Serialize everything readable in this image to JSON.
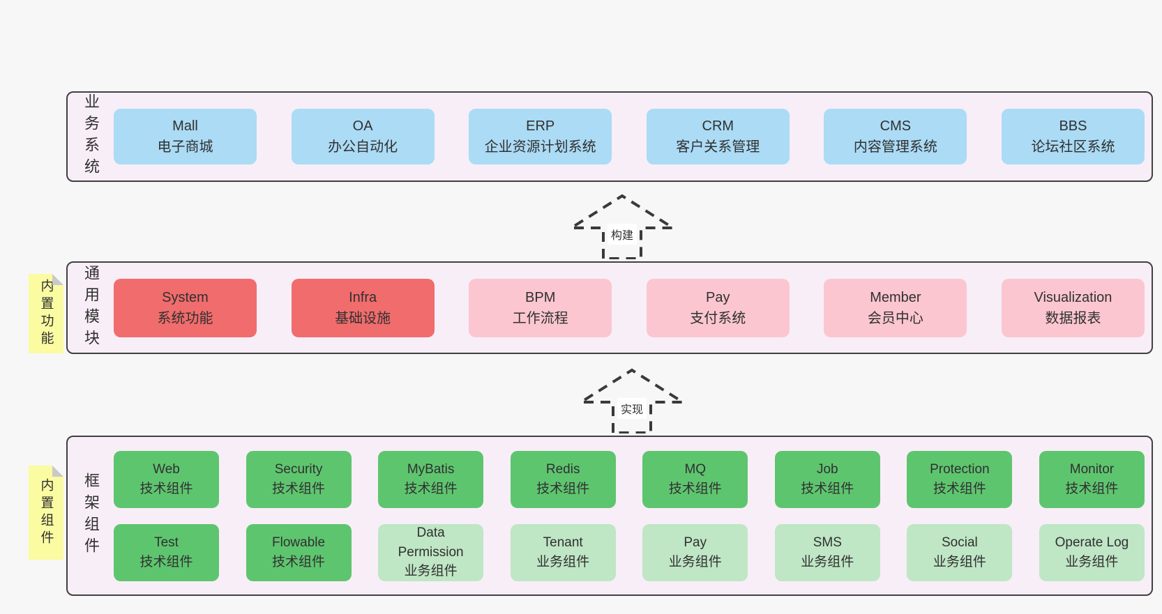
{
  "colors": {
    "page_bg": "#f7f7f7",
    "layer_bg": "#f8eef7",
    "layer_border": "#404040",
    "box_blue": "#abdbf5",
    "box_red": "#f16c6c",
    "box_pink": "#fbc6d0",
    "box_green": "#5ec56f",
    "box_light_green": "#bfe6c5",
    "note_yellow": "#fbfba2",
    "note_fold": "#c9c9c9",
    "text": "#303030",
    "arrow": "#3a3a3a"
  },
  "arrows": [
    {
      "label": "构建"
    },
    {
      "label": "实现"
    }
  ],
  "layers": [
    {
      "id": "business",
      "label": "业务系统",
      "boxes": [
        {
          "name": "Mall",
          "desc": "电子商城",
          "variant": "blue"
        },
        {
          "name": "OA",
          "desc": "办公自动化",
          "variant": "blue"
        },
        {
          "name": "ERP",
          "desc": "企业资源计划系统",
          "variant": "blue"
        },
        {
          "name": "CRM",
          "desc": "客户关系管理",
          "variant": "blue"
        },
        {
          "name": "CMS",
          "desc": "内容管理系统",
          "variant": "blue"
        },
        {
          "name": "BBS",
          "desc": "论坛社区系统",
          "variant": "blue"
        }
      ]
    },
    {
      "id": "modules",
      "label": "通用模块",
      "note": "内置功能",
      "boxes": [
        {
          "name": "System",
          "desc": "系统功能",
          "variant": "red"
        },
        {
          "name": "Infra",
          "desc": "基础设施",
          "variant": "red"
        },
        {
          "name": "BPM",
          "desc": "工作流程",
          "variant": "pink"
        },
        {
          "name": "Pay",
          "desc": "支付系统",
          "variant": "pink"
        },
        {
          "name": "Member",
          "desc": "会员中心",
          "variant": "pink"
        },
        {
          "name": "Visualization",
          "desc": "数据报表",
          "variant": "pink"
        }
      ]
    },
    {
      "id": "components",
      "label": "框架组件",
      "note": "内置组件",
      "rows": [
        [
          {
            "name": "Web",
            "desc": "技术组件",
            "variant": "green"
          },
          {
            "name": "Security",
            "desc": "技术组件",
            "variant": "green"
          },
          {
            "name": "MyBatis",
            "desc": "技术组件",
            "variant": "green"
          },
          {
            "name": "Redis",
            "desc": "技术组件",
            "variant": "green"
          },
          {
            "name": "MQ",
            "desc": "技术组件",
            "variant": "green"
          },
          {
            "name": "Job",
            "desc": "技术组件",
            "variant": "green"
          },
          {
            "name": "Protection",
            "desc": "技术组件",
            "variant": "green"
          },
          {
            "name": "Monitor",
            "desc": "技术组件",
            "variant": "green"
          }
        ],
        [
          {
            "name": "Test",
            "desc": "技术组件",
            "variant": "green"
          },
          {
            "name": "Flowable",
            "desc": "技术组件",
            "variant": "green"
          },
          {
            "name": "Data Permission",
            "desc": "业务组件",
            "variant": "lightgreen"
          },
          {
            "name": "Tenant",
            "desc": "业务组件",
            "variant": "lightgreen"
          },
          {
            "name": "Pay",
            "desc": "业务组件",
            "variant": "lightgreen"
          },
          {
            "name": "SMS",
            "desc": "业务组件",
            "variant": "lightgreen"
          },
          {
            "name": "Social",
            "desc": "业务组件",
            "variant": "lightgreen"
          },
          {
            "name": "Operate Log",
            "desc": "业务组件",
            "variant": "lightgreen"
          }
        ]
      ]
    }
  ]
}
